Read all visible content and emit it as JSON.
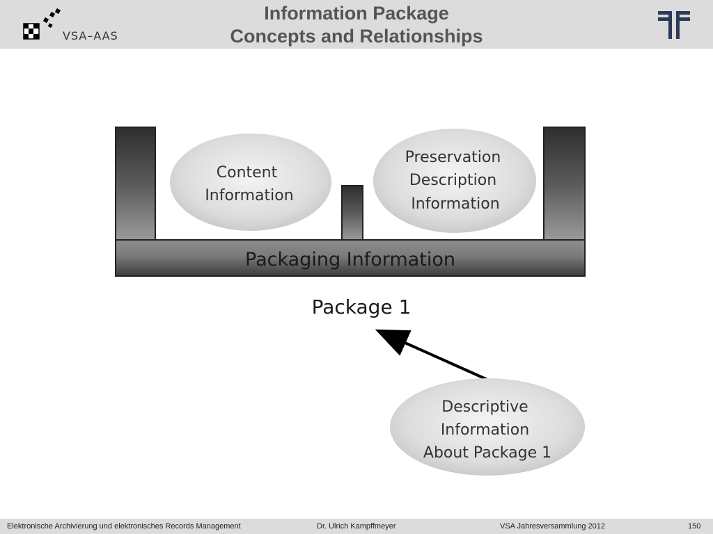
{
  "header": {
    "title_line1": "Information Package",
    "title_line2": "Concepts and Relationships",
    "logo_text": "VSA–AAS"
  },
  "diagram": {
    "content_line1": "Content",
    "content_line2": "Information",
    "pdi_line1": "Preservation",
    "pdi_line2": "Description",
    "pdi_line3": "Information",
    "packaging": "Packaging Information",
    "package_label": "Package 1",
    "desc_line1": "Descriptive",
    "desc_line2": "Information",
    "desc_line3": "About Package 1"
  },
  "footer": {
    "left": "Elektronische Archivierung und elektronisches Records Management",
    "center": "Dr. Ulrich Kampffmeyer",
    "right": "VSA Jahresversammlung 2012",
    "page": "150"
  }
}
